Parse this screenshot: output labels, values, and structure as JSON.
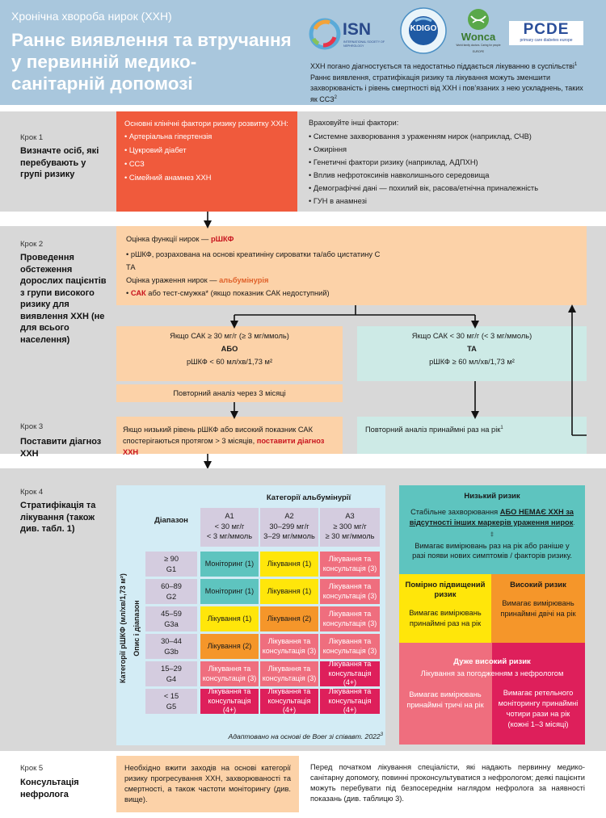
{
  "header": {
    "subtitle": "Хронічна хвороба нирок (ХХН)",
    "title_lines": [
      "Раннє виявлення та втручання",
      "у первинній медико-",
      "санітарній допомозі"
    ],
    "logos": {
      "isn": "ISN",
      "isn_small": "INTERNATIONAL SOCIETY OF NEPHROLOGY",
      "kdigo": "KDIGO",
      "wonca": "Wonca",
      "wonca_small": "World family doctors. Caring for people",
      "wonca_region": "EUROPE",
      "pcde": "PCDE",
      "pcde_small": "primary care diabetes europe"
    },
    "note_1": "ХХН погано діагностується та недостатньо піддається лікуванню в суспільстві",
    "note_1_ref": "1",
    "note_2": "Раннє виявлення, стратифікація ризику та лікування можуть зменшити захворюваність і рівень смертності від ХХН і пов’язаних з нею ускладнень, таких як ССЗ",
    "note_2_ref": "2"
  },
  "step1": {
    "label": "Крок 1",
    "title": "Визначте осіб, які перебувають у групі ризику",
    "main_heading": "Основні клінічні фактори ризику розвитку ХХН:",
    "main_items": [
      "• Артеріальна гіпертензія",
      "• Цукровий діабет",
      "• ССЗ",
      "• Сімейний анамнез ХХН"
    ],
    "other_heading": "Враховуйте інші фактори:",
    "other_items": [
      "• Системне захворювання з ураженням нирок (наприклад, СЧВ)",
      "• Ожиріння",
      "• Генетичні фактори ризику (наприклад, АДПХН)",
      "• Вплив нефротоксинів навколишнього середовища",
      "• Демографічні дані — похилий вік, расова/етнічна приналежність",
      "• ГУН в анамнезі"
    ]
  },
  "step2": {
    "label": "Крок 2",
    "title": "Проведення обстеження дорослих пацієнтів з групи високого ризику для виявлення ХХН (не для всього населення)",
    "func_text": "Оцінка функції нирок — ",
    "func_red": "рШКФ",
    "func_detail": "• рШКФ, розрахована на основі креатиніну сироватки та/або цистатину С",
    "func_detail_2": "ТА",
    "damage_text": "Оцінка ураження нирок — ",
    "damage_red": "альбумінурія",
    "damage_bullet": "• ",
    "damage_red_2": "САК",
    "damage_detail": " або тест-смужка* (якщо показник САК недоступний)",
    "left_line1": "Якщо САК ≥ 30 мг/г (≥ 3 мг/ммоль)",
    "left_line2": "АБО",
    "left_line3": "рШКФ < 60 мл/хв/1,73 м²",
    "right_line1": "Якщо САК < 30 мг/г (< 3 мг/ммоль)",
    "right_line2": "ТА",
    "right_line3": "рШКФ ≥ 60 мл/хв/1,73 м²",
    "repeat_3m": "Повторний аналіз через 3 місяці"
  },
  "step3": {
    "label": "Крок 3",
    "title": "Поставити діагноз ХХН",
    "left_text": "Якщо низький рівень рШКФ або високий показник САК спостерігаються протягом > 3 місяців, ",
    "left_red": "поставити діагноз ХХН",
    "right_text": "Повторний аналіз принаймні раз на рік",
    "right_ref": "1"
  },
  "step4": {
    "label": "Крок 4",
    "title": "Стратифікація та лікування (також див. табл. 1)",
    "matrix": {
      "albuminuria_header": "Категорії альбумінурії",
      "range_header": "Діапазон",
      "cols": [
        {
          "code": "A1",
          "l1": "< 30 мг/г",
          "l2": "< 3 мг/ммоль"
        },
        {
          "code": "A2",
          "l1": "30–299 мг/г",
          "l2": "3–29 мг/ммоль"
        },
        {
          "code": "A3",
          "l1": "≥ 300 мг/г",
          "l2": "≥ 30 мг/ммоль"
        }
      ],
      "gfr_axis_1": "Категорії рШКФ (мл/хв/1,73 м²)",
      "gfr_axis_2": "Опис і діапазон",
      "rows": [
        {
          "range": "≥ 90",
          "code": "G1",
          "cells": [
            {
              "text": "Моніторинг (1)",
              "c": "g"
            },
            {
              "text": "Лікування (1)",
              "c": "y"
            },
            {
              "text": "Лікування та консультація (3)",
              "c": "pk"
            }
          ]
        },
        {
          "range": "60–89",
          "code": "G2",
          "cells": [
            {
              "text": "Моніторинг (1)",
              "c": "g"
            },
            {
              "text": "Лікування (1)",
              "c": "y"
            },
            {
              "text": "Лікування та консультація (3)",
              "c": "pk"
            }
          ]
        },
        {
          "range": "45–59",
          "code": "G3a",
          "cells": [
            {
              "text": "Лікування (1)",
              "c": "y"
            },
            {
              "text": "Лікування (2)",
              "c": "o"
            },
            {
              "text": "Лікування та консультація (3)",
              "c": "pk"
            }
          ]
        },
        {
          "range": "30–44",
          "code": "G3b",
          "cells": [
            {
              "text": "Лікування (2)",
              "c": "o"
            },
            {
              "text": "Лікування та консультація (3)",
              "c": "pk"
            },
            {
              "text": "Лікування та консультація (3)",
              "c": "pk"
            }
          ]
        },
        {
          "range": "15–29",
          "code": "G4",
          "cells": [
            {
              "text": "Лікування та консультація (3)",
              "c": "pk"
            },
            {
              "text": "Лікування та консультація (3)",
              "c": "pk"
            },
            {
              "text": "Лікування та консультація (4+)",
              "c": "dr"
            }
          ]
        },
        {
          "range": "< 15",
          "code": "G5",
          "cells": [
            {
              "text": "Лікування та консультація (4+)",
              "c": "dr"
            },
            {
              "text": "Лікування та консультація (4+)",
              "c": "dr"
            },
            {
              "text": "Лікування та консультація (4+)",
              "c": "dr"
            }
          ]
        }
      ],
      "source": "Адаптовано на основі de Boer зі співавт. 2022",
      "source_ref": "3"
    },
    "legend": {
      "low_title": "Низький ризик",
      "low_text_1": "Стабільне захворювання ",
      "low_text_bold": "АБО НЕМАЄ ХХН за відсутності інших маркерів ураження нирок",
      "low_text_ref": ". ‡",
      "low_text_2": "Вимагає вимірювань раз на рік або раніше у разі появи нових симптомів / факторів ризику.",
      "moderate_title": "Помірно підвищений ризик",
      "moderate_text": "Вимагає вимірювань принаймні раз на рік",
      "high_title": "Високий ризик",
      "high_text": "Вимагає вимірювань принаймні двічі на рік",
      "veryhigh_title": "Дуже високий ризик",
      "veryhigh_sub": "Лікування за погодженням з нефрологом",
      "veryhigh_left": "Вимагає вимірювань принаймні тричі на рік",
      "veryhigh_right": "Вимагає ретельного моніторингу принаймні чотири рази на рік (кожні 1–3 місяці)"
    }
  },
  "step5": {
    "label": "Крок 5",
    "title": "Консультація нефролога",
    "left_text": "Необхідно вжити заходів на основі категорії ризику прогресування ХХН, захворюваності та смертності, а також частоти моніторингу (див. вище).",
    "right_text": "Перед початком лікування спеціалісти, які надають первинну медико-санітарну допомогу, повинні проконсультуватися з нефрологом; деякі пацієнти можуть перебувати під безпосереднім наглядом нефролога за наявності показань (див. таблицю 3)."
  },
  "colors": {
    "header_bg": "#a9c7dd",
    "step1_red": "#f05a3c",
    "peach": "#fcd2a8",
    "mint": "#cdeae6",
    "matrix_bg": "#d3ecf5",
    "gray_band": "#d8d8d8"
  }
}
